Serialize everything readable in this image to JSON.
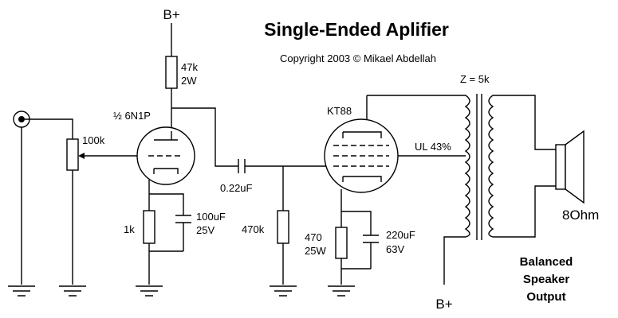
{
  "title": "Single-Ended Aplifier",
  "copyright": "Copyright 2003 © Mikael Abdellah",
  "labels": {
    "bplus_top": "B+",
    "r_plate_value": "47k",
    "r_plate_power": "2W",
    "triode": "½ 6N1P",
    "volume_pot": "100k",
    "r_cathode_1": "1k",
    "c_cathode_1_value": "100uF",
    "c_cathode_1_voltage": "25V",
    "coupling_cap": "0.22uF",
    "grid_resistor": "470k",
    "pentode": "KT88",
    "r_cathode_2_value": "470",
    "r_cathode_2_power": "25W",
    "c_cathode_2_value": "220uF",
    "c_cathode_2_voltage": "63V",
    "impedance": "Z = 5k",
    "ultralinear": "UL 43%",
    "speaker_impedance": "8Ohm",
    "bplus_bottom": "B+",
    "output_line1": "Balanced",
    "output_line2": "Speaker",
    "output_line3": "Output"
  }
}
